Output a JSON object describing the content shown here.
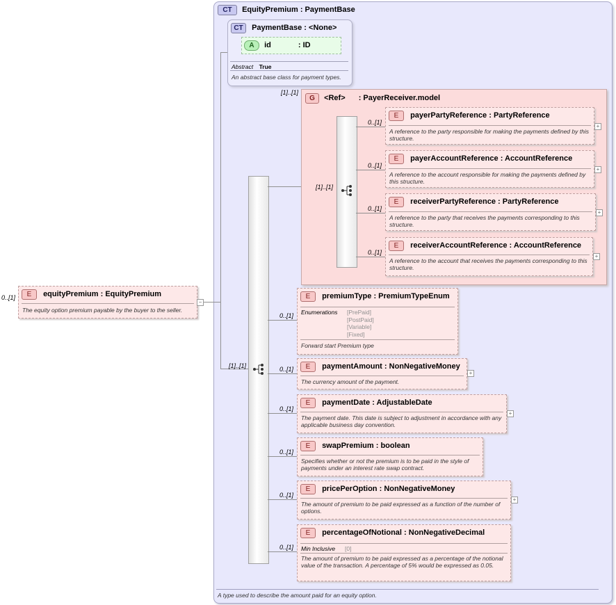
{
  "diagram": {
    "root_type": {
      "badge": "CT",
      "name": "EquityPremium",
      "sep": ":",
      "base": "PaymentBase",
      "description": "A type used to describe the amount paid for an equity option."
    },
    "payment_base": {
      "badge": "CT",
      "name": "PaymentBase",
      "sep": ":",
      "base": "<None>",
      "attr_badge": "A",
      "attr_name": "id",
      "attr_type": ": ID",
      "abstract_label": "Abstract",
      "abstract_value": "True",
      "description": "An abstract base class for payment types."
    },
    "root_element": {
      "badge": "E",
      "multiplicity": "0..[1]",
      "name": "equityPremium",
      "sep": ":",
      "type": "EquityPremium",
      "description": "The equity option premium payable by the buyer to the seller."
    },
    "group": {
      "badge": "G",
      "ref": "<Ref>",
      "name": ": PayerReceiver.model",
      "multiplicity": "[1]..[1]",
      "seq_multiplicity": "[1]..[1]",
      "items": [
        {
          "badge": "E",
          "multiplicity": "0..[1]",
          "name": "payerPartyReference",
          "sep": ":",
          "type": "PartyReference",
          "description": "A reference to the party responsible for making the payments defined by this structure."
        },
        {
          "badge": "E",
          "multiplicity": "0..[1]",
          "name": "payerAccountReference",
          "sep": ":",
          "type": "AccountReference",
          "description": "A reference to the account responsible for making the payments defined by this structure."
        },
        {
          "badge": "E",
          "multiplicity": "0..[1]",
          "name": "receiverPartyReference",
          "sep": ":",
          "type": "PartyReference",
          "description": "A reference to the party that receives the payments corresponding to this structure."
        },
        {
          "badge": "E",
          "multiplicity": "0..[1]",
          "name": "receiverAccountReference",
          "sep": ":",
          "type": "AccountReference",
          "description": "A reference to the account that receives the payments corresponding to this structure."
        }
      ]
    },
    "main_seq_multiplicity": "[1]..[1]",
    "elements": [
      {
        "badge": "E",
        "multiplicity": "0..[1]",
        "name": "premiumType",
        "sep": ":",
        "type": "PremiumTypeEnum",
        "facet_label": "Enumerations",
        "facet_values": [
          "[PrePaid]",
          "[PostPaid]",
          "[Variable]",
          "[Fixed]"
        ],
        "description": "Forward start Premium type"
      },
      {
        "badge": "E",
        "multiplicity": "0..[1]",
        "name": "paymentAmount",
        "sep": ":",
        "type": "NonNegativeMoney",
        "description": "The currency amount of the payment."
      },
      {
        "badge": "E",
        "multiplicity": "0..[1]",
        "name": "paymentDate",
        "sep": ":",
        "type": "AdjustableDate",
        "description": "The payment date. This date is subject to adjustment in accordance with any applicable business day convention."
      },
      {
        "badge": "E",
        "multiplicity": "0..[1]",
        "name": "swapPremium",
        "sep": ":",
        "type": "boolean",
        "description": "Specifies whether or not the premium is to be paid in the style of payments under an interest rate swap contract."
      },
      {
        "badge": "E",
        "multiplicity": "0..[1]",
        "name": "pricePerOption",
        "sep": ":",
        "type": "NonNegativeMoney",
        "description": "The amount of premium to be paid expressed as a function of the number of options."
      },
      {
        "badge": "E",
        "multiplicity": "0..[1]",
        "name": "percentageOfNotional",
        "sep": ":",
        "type": "NonNegativeDecimal",
        "facet_label": "Min Inclusive",
        "facet_values": [
          "[0]"
        ],
        "description": "The amount of premium to be paid expressed as a percentage of the notional value of the transaction. A percentage of 5% would be expressed as 0.05."
      }
    ],
    "plus_symbol": "+",
    "minus_symbol": "−"
  }
}
